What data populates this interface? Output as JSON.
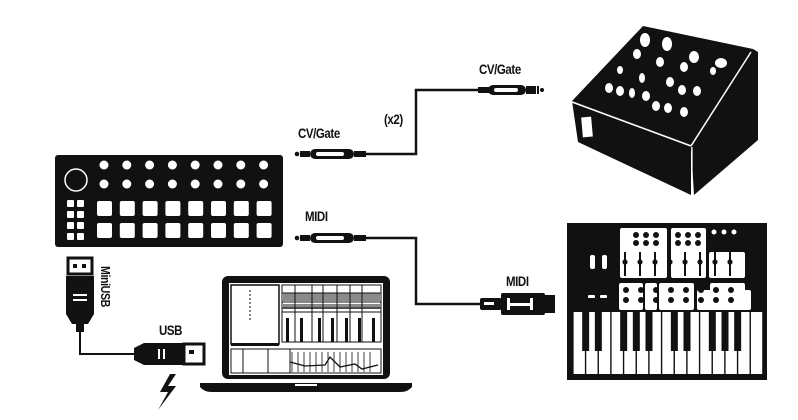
{
  "diagram": {
    "title": "Controller connection diagram",
    "colors": {
      "ink": "#111111",
      "paper": "#ffffff",
      "screen_gray": "#8a8a8a"
    },
    "devices": {
      "controller": {
        "name": "Step sequencer controller",
        "icon": "controller-icon",
        "knob_rows": 2,
        "knobs_per_row": 8,
        "pad_rows": 2,
        "pads_per_row": 8
      },
      "modular": {
        "name": "Modular synth (CV/Gate)",
        "icon": "modular-synth-icon"
      },
      "synth": {
        "name": "Keyboard synthesizer (MIDI)",
        "icon": "keyboard-synth-icon"
      },
      "computer": {
        "name": "Laptop computer",
        "icon": "laptop-icon"
      },
      "power": {
        "name": "USB power",
        "icon": "lightning-icon"
      }
    },
    "labels": {
      "cv_gate_out": "CV/Gate",
      "cv_gate_in": "CV/Gate",
      "multiplier": "(x2)",
      "midi_out": "MIDI",
      "midi_in": "MIDI",
      "mini_usb": "MiniUSB",
      "usb": "USB"
    },
    "connections": [
      {
        "from": "controller",
        "to": "modular",
        "type": "CV/Gate",
        "count": "x2"
      },
      {
        "from": "controller",
        "to": "synth",
        "type": "MIDI"
      },
      {
        "from": "controller",
        "to": "computer",
        "type": "MiniUSB to USB"
      }
    ]
  }
}
